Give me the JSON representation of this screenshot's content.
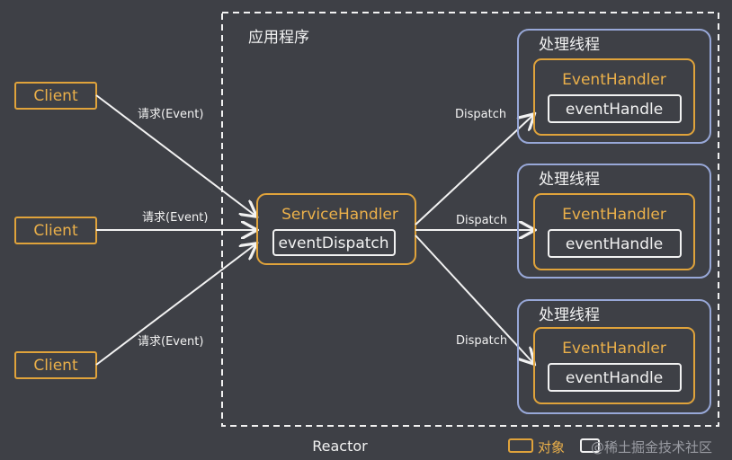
{
  "app_box": {
    "title": "应用程序"
  },
  "reactor_label": "Reactor",
  "clients": [
    {
      "label": "Client",
      "edge_label": "请求(Event)"
    },
    {
      "label": "Client",
      "edge_label": "请求(Event)"
    },
    {
      "label": "Client",
      "edge_label": "请求(Event)"
    }
  ],
  "service_handler": {
    "title": "ServiceHandler",
    "method": "eventDispatch"
  },
  "threads": [
    {
      "title": "处理线程",
      "handler": "EventHandler",
      "method": "eventHandle",
      "edge_label": "Dispatch"
    },
    {
      "title": "处理线程",
      "handler": "EventHandler",
      "method": "eventHandle",
      "edge_label": "Dispatch"
    },
    {
      "title": "处理线程",
      "handler": "EventHandler",
      "method": "eventHandle",
      "edge_label": "Dispatch"
    }
  ],
  "legend": {
    "object_label": "对象",
    "watermark": "@稀土掘金技术社区"
  },
  "colors": {
    "background": "#3e4046",
    "orange": "#e0a33b",
    "blue": "#98a8d8",
    "white": "#f2f2f2",
    "text_orange": "#ebb04a"
  }
}
